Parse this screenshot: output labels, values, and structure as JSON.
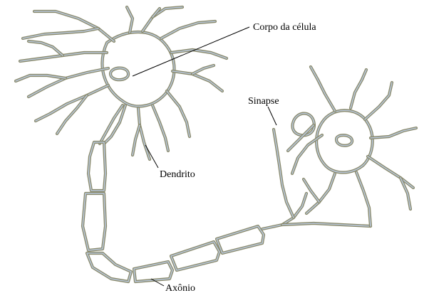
{
  "labels": {
    "cell_body": "Corpo da célula",
    "synapse": "Sinapse",
    "dendrite": "Dendrito",
    "axon": "Axônio"
  },
  "colors": {
    "outline": "#8a8a6c",
    "inner": "#b8c6d8",
    "leader": "#000000",
    "label": "#000000"
  }
}
